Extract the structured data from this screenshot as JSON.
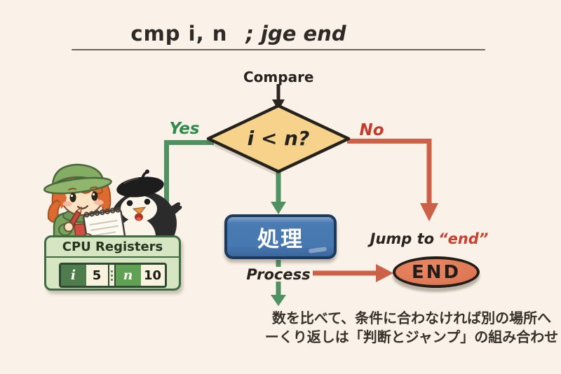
{
  "title": {
    "code": "cmp i, n",
    "comment": "; jge end"
  },
  "flow": {
    "compare": "Compare",
    "condition": "i < n?",
    "yes": "Yes",
    "no": "No",
    "process_box": "処理",
    "process": "Process",
    "jump_prefix": "Jump to",
    "jump_target": "“end”",
    "end": "END"
  },
  "registers": {
    "title": "CPU Registers",
    "items": [
      {
        "name": "i",
        "value": "5"
      },
      {
        "name": "n",
        "value": "10"
      }
    ]
  },
  "caption": {
    "line1": "数を比べて、条件に合わなければ別の場所へ",
    "line2": "ーくり返しは「判断とジャンプ」の組み合わせ"
  },
  "colors": {
    "background": "#faf2e8",
    "green_line": "#4f9160",
    "green_text": "#2f8a4e",
    "red_line": "#cd6148",
    "red_text": "#c63b2c",
    "diamond_fill": "#f6d28a",
    "process_fill": "#4878b0",
    "end_fill": "#e07a57",
    "register_bg": "#d6e5c2",
    "register_border": "#3f6b42"
  },
  "illustration": {
    "girl": "girl-with-green-cap-notepad-and-pencil",
    "penguin": "penguin-with-beret-pointing-right"
  }
}
